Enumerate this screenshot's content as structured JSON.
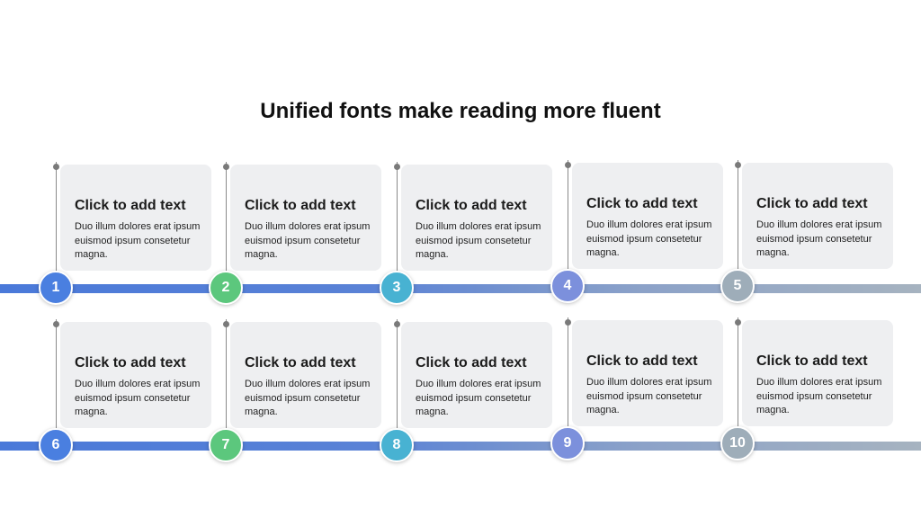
{
  "slide": {
    "title": "Unified fonts make reading more fluent"
  },
  "colors": {
    "c1": "#4a7fe0",
    "c2": "#5cc77d",
    "c3": "#48b2d2",
    "c4": "#7c90dc",
    "c5": "#9eadb9"
  },
  "row1": [
    {
      "number": "1",
      "title": "Click to add text",
      "body": "Duo illum dolores erat ipsum euismod ipsum consetetur magna."
    },
    {
      "number": "2",
      "title": "Click to add text",
      "body": "Duo illum dolores erat ipsum euismod ipsum consetetur magna."
    },
    {
      "number": "3",
      "title": "Click to add text",
      "body": "Duo illum dolores erat ipsum euismod ipsum consetetur magna."
    },
    {
      "number": "4",
      "title": "Click to add text",
      "body": "Duo illum dolores erat ipsum euismod ipsum consetetur magna."
    },
    {
      "number": "5",
      "title": "Click to add text",
      "body": "Duo illum dolores erat ipsum euismod ipsum consetetur magna."
    }
  ],
  "row2": [
    {
      "number": "6",
      "title": "Click to add text",
      "body": "Duo illum dolores erat ipsum euismod ipsum consetetur magna."
    },
    {
      "number": "7",
      "title": "Click to add text",
      "body": "Duo illum dolores erat ipsum euismod ipsum consetetur magna."
    },
    {
      "number": "8",
      "title": "Click to add text",
      "body": "Duo illum dolores erat ipsum euismod ipsum consetetur magna."
    },
    {
      "number": "9",
      "title": "Click to add text",
      "body": "Duo illum dolores erat ipsum euismod ipsum consetetur magna."
    },
    {
      "number": "10",
      "title": "Click to add text",
      "body": "Duo illum dolores erat ipsum euismod ipsum consetetur magna."
    }
  ]
}
